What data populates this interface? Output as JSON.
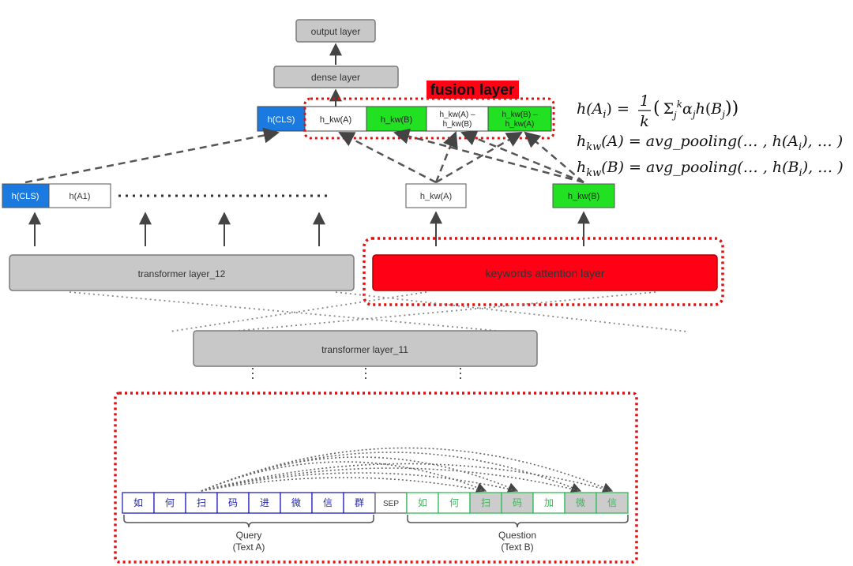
{
  "colors": {
    "gray_fill": "#c8c8c8",
    "gray_stroke": "#7a7a7a",
    "blue": "#1a7ae0",
    "green": "#22e022",
    "red": "#ff0015",
    "dotted_red": "#e01010",
    "token_blue": "#2222bb",
    "token_green": "#33bb55",
    "token_green_fill": "#cccccc"
  },
  "top": {
    "output_layer": "output layer",
    "dense_layer": "dense layer",
    "fusion_label": "fusion layer",
    "fusion_cells": [
      {
        "line1": "h(CLS)",
        "line2": "",
        "style": "blue"
      },
      {
        "line1": "h_kw(A)",
        "line2": "",
        "style": "white"
      },
      {
        "line1": "h_kw(B)",
        "line2": "",
        "style": "green"
      },
      {
        "line1": "h_kw(A) –",
        "line2": "h_kw(B)",
        "style": "white"
      },
      {
        "line1": "h_kw(B) –",
        "line2": "h_kw(A)",
        "style": "green"
      }
    ]
  },
  "middle": {
    "cls_cell": "h(CLS)",
    "a1_cell": "h(A1)",
    "hkwA": "h_kw(A)",
    "hkwB": "h_kw(B)",
    "transformer12": "transformer layer_12",
    "keywords_attention": "keywords attention layer",
    "transformer11": "transformer layer_11"
  },
  "formulas": {
    "f1": {
      "lhs": "h(A",
      "sub": "i",
      "eq": ") = ",
      "frac_num": "1",
      "frac_den": "k"
    },
    "f2": {
      "text": "h",
      "sub": "kw",
      "rest": "(A) = avg_pooling(… , h(A",
      "sub2": "i",
      "end": "), … )"
    },
    "f3": {
      "text": "h",
      "sub": "kw",
      "rest": "(B) = avg_pooling(… , h(B",
      "sub2": "i",
      "end": "), … )"
    }
  },
  "tokens": {
    "query": [
      "如",
      "何",
      "扫",
      "码",
      "进",
      "微",
      "信",
      "群"
    ],
    "sep": "SEP",
    "question": [
      "如",
      "何",
      "扫",
      "码",
      "加",
      "微",
      "信"
    ],
    "question_highlight": [
      false,
      false,
      true,
      true,
      false,
      true,
      true
    ],
    "query_label": "Query",
    "query_sub": "(Text A)",
    "question_label": "Question",
    "question_sub": "(Text B)"
  }
}
